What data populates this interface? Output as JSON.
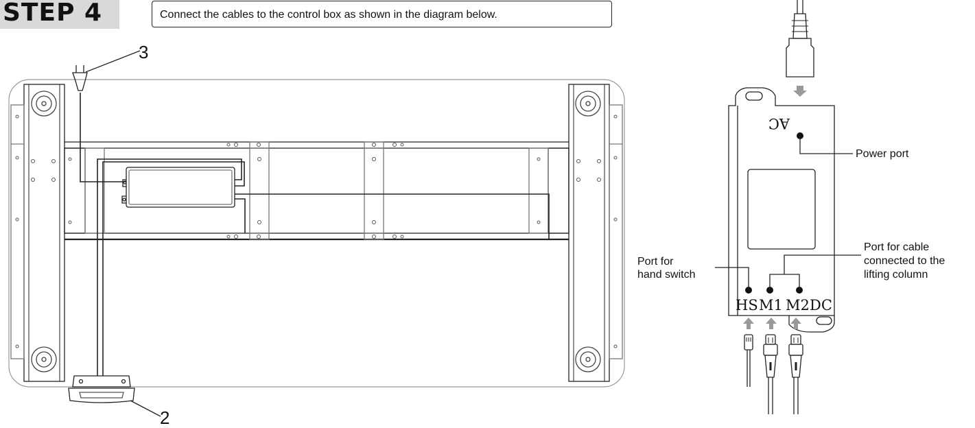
{
  "step": {
    "label": "STEP 4"
  },
  "instruction": {
    "text": "Connect the cables to the control box as shown in the diagram below."
  },
  "callouts": {
    "plug_number": "3",
    "hand_switch_number": "2"
  },
  "control_box": {
    "ac_label": "AC",
    "hs_label": "HS",
    "m1_label": "M1",
    "m2_label": "M2",
    "dc_label": "DC",
    "power_port_label": "Power port",
    "hand_switch_port_line1": "Port for",
    "hand_switch_port_line2": "hand switch",
    "lifting_port_line1": "Port for cable",
    "lifting_port_line2": "connected to the",
    "lifting_port_line3": "lifting column"
  },
  "colors": {
    "badge": "#d9d9d9",
    "line": "#222222",
    "arrow": "#9a9a9a"
  }
}
